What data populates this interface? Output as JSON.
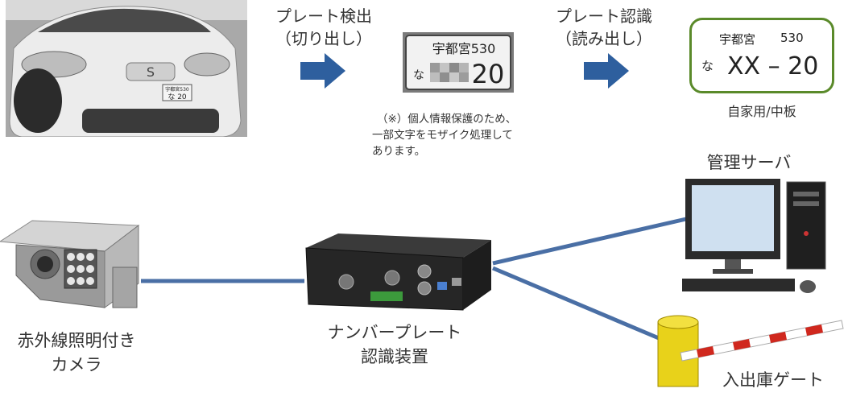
{
  "step1": {
    "line1": "プレート検出",
    "line2": "（切り出し）"
  },
  "step2": {
    "line1": "プレート認識",
    "line2": "（読み出し）"
  },
  "plate_crop": {
    "top": "宇都宮530",
    "kana": "な",
    "number": "20"
  },
  "car_plate": {
    "top": "宇都宮530",
    "bottom": "な  20"
  },
  "note": {
    "line1": "（※）個人情報保護のため、",
    "line2": "一部文字をモザイク処理して",
    "line3": "あります。"
  },
  "result_plate": {
    "region": "宇都宮",
    "class_no": "530",
    "kana": "な",
    "number": "XX – 20",
    "caption": "自家用/中板"
  },
  "devices": {
    "server": "管理サーバ",
    "camera_line1": "赤外線照明付き",
    "camera_line2": "カメラ",
    "recognizer_line1": "ナンバープレート",
    "recognizer_line2": "認識装置",
    "gate": "入出庫ゲート"
  },
  "colors": {
    "arrow": "#2e5f9e",
    "cable": "#4a6fa5",
    "plate_frame": "#5a8a2a",
    "gate_bar_red": "#d0281e",
    "gate_post": "#e8d21a"
  }
}
